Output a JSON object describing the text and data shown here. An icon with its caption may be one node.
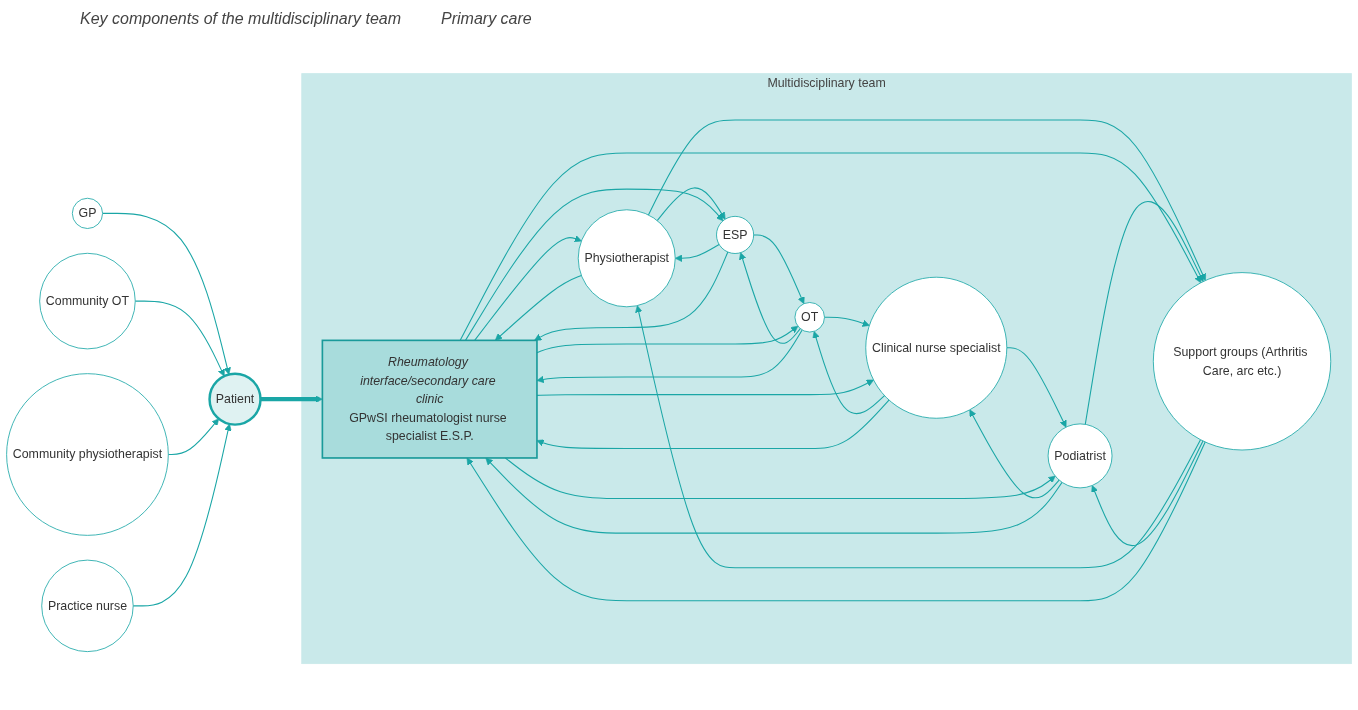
{
  "diagram": {
    "title": "Key components of the multidisciplinary team",
    "nodes": [
      {
        "text": [
          "GP"
        ]
      },
      {
        "text": [
          "Community OT"
        ]
      },
      {
        "text": [
          "Community physiotherapist"
        ]
      },
      {
        "text": [
          "Practice nurse"
        ]
      },
      {
        "text": [
          "Patient"
        ]
      },
      {
        "text": [
          "Multidisciplinary team"
        ]
      },
      {
        "text": [
          "Physiotherapist"
        ],
        "in": 5
      },
      {
        "text": [
          "ESP"
        ],
        "in": 5
      },
      {
        "text": [
          "Support groups (Arthritis Care, arc etc.)"
        ],
        "in": 5
      },
      {
        "text": [
          "Rheumatology interface/secondary care clinic",
          "GPwSI rheumatologist nurse specialist E.S.P."
        ],
        "in": 5
      },
      {
        "text": [
          "OT"
        ],
        "in": 5
      },
      {
        "text": [
          "Podiatrist"
        ],
        "in": 5
      },
      {
        "text": [
          "Clinical nurse specialist"
        ],
        "in": 5
      }
    ],
    "edges": [
      {
        "from": 0,
        "to": 4,
        "arrow": "to"
      },
      {
        "from": 1,
        "to": 4,
        "arrow": "to"
      },
      {
        "from": 2,
        "to": 4,
        "arrow": "to"
      },
      {
        "from": 3,
        "to": 4,
        "arrow": "to"
      },
      {
        "from": 4,
        "to": 9,
        "arrow": "to",
        "style": "thick"
      },
      {
        "from": 7,
        "to": 6,
        "arrow": "to"
      },
      {
        "from": 6,
        "to": 7,
        "arrow": "to"
      },
      {
        "from": 6,
        "to": 8,
        "arrow": "to"
      },
      {
        "from": 8,
        "to": 6,
        "arrow": "to"
      },
      {
        "from": 8,
        "to": 11,
        "arrow": "to"
      },
      {
        "from": 11,
        "to": 8,
        "arrow": "to"
      },
      {
        "from": 11,
        "to": 12,
        "arrow": "to"
      },
      {
        "from": 12,
        "to": 11,
        "arrow": "to"
      },
      {
        "from": 12,
        "to": 10,
        "arrow": "to"
      },
      {
        "from": 10,
        "to": 12,
        "arrow": "to"
      },
      {
        "from": 10,
        "to": 7,
        "arrow": "to"
      },
      {
        "from": 7,
        "to": 10,
        "arrow": "to"
      },
      {
        "from": 9,
        "to": 6,
        "arrow": "to"
      },
      {
        "from": 6,
        "to": 9,
        "arrow": "to"
      },
      {
        "from": 9,
        "to": 7,
        "arrow": "to"
      },
      {
        "from": 7,
        "to": 9,
        "arrow": "to"
      },
      {
        "from": 9,
        "to": 8,
        "arrow": "to"
      },
      {
        "from": 8,
        "to": 9,
        "arrow": "to"
      },
      {
        "from": 9,
        "to": 10,
        "arrow": "to"
      },
      {
        "from": 10,
        "to": 9,
        "arrow": "to"
      },
      {
        "from": 9,
        "to": 11,
        "arrow": "to"
      },
      {
        "from": 11,
        "to": 9,
        "arrow": "to"
      },
      {
        "from": 9,
        "to": 12,
        "arrow": "to"
      },
      {
        "from": 12,
        "to": 9,
        "arrow": "to"
      }
    ],
    "labels": [
      "Primary care"
    ]
  }
}
